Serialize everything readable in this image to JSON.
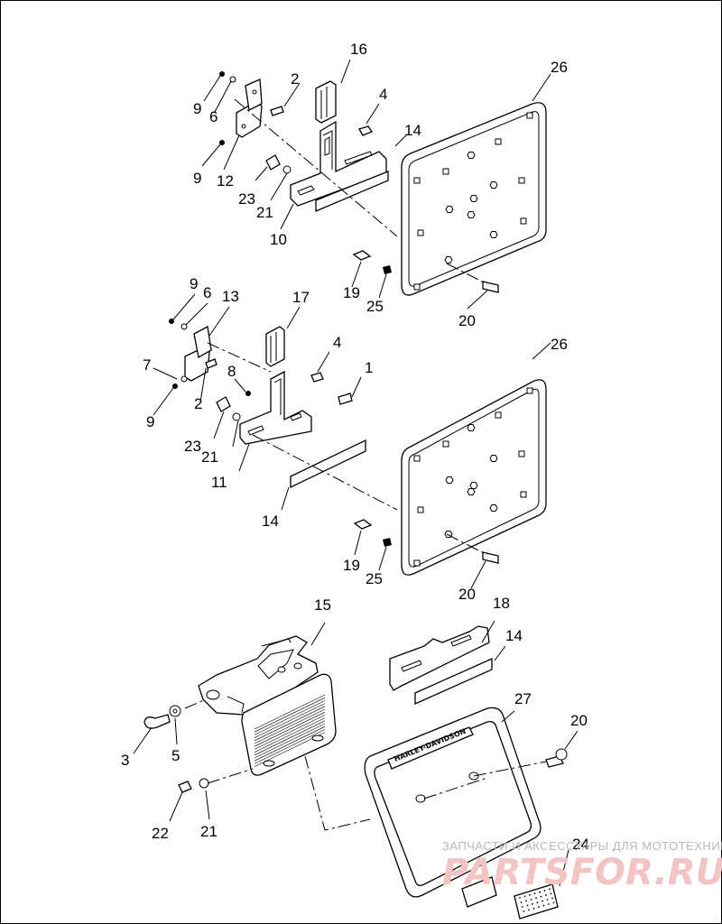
{
  "callouts": {
    "top": [
      "16",
      "2",
      "4",
      "14",
      "26",
      "9",
      "6",
      "9",
      "12",
      "23",
      "21",
      "10",
      "19",
      "25",
      "20"
    ],
    "middle": [
      "9",
      "6",
      "13",
      "17",
      "4",
      "1",
      "7",
      "8",
      "9",
      "2",
      "23",
      "21",
      "11",
      "26",
      "14",
      "19",
      "25",
      "20"
    ],
    "bottom": [
      "15",
      "18",
      "14",
      "27",
      "20",
      "3",
      "5",
      "22",
      "21",
      "24"
    ]
  },
  "brand_text": "HARLEY-DAVIDSON",
  "watermark": {
    "text": "ЗАПЧАСТИ И АКСЕССУАРЫ ДЛЯ МОТОТЕХНИКИ",
    "logo": "PARTSFOR.RU"
  }
}
